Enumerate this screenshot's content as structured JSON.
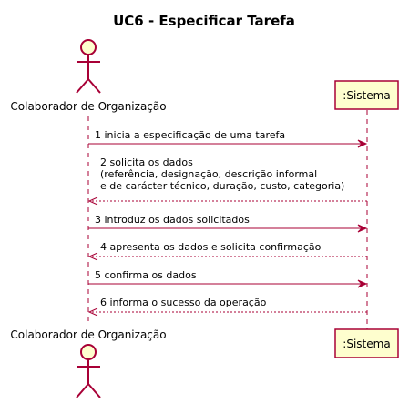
{
  "title": "UC6 - Especificar Tarefa",
  "actor": {
    "name": "Colaborador de Organização",
    "icon": "stick-figure-icon"
  },
  "participant": {
    "name": ":Sistema"
  },
  "colors": {
    "line": "#A80036",
    "box_fill": "#FEFECE",
    "text": "#000000"
  },
  "messages": [
    {
      "direction": "to_system",
      "style": "solid",
      "lines": [
        "1 inicia a especificação de uma tarefa"
      ]
    },
    {
      "direction": "to_actor",
      "style": "dashed",
      "lines": [
        "2 solicita os dados",
        "(referência, designação, descrição informal",
        "e de carácter técnico, duração, custo, categoria)"
      ]
    },
    {
      "direction": "to_system",
      "style": "solid",
      "lines": [
        "3 introduz os dados solicitados"
      ]
    },
    {
      "direction": "to_actor",
      "style": "dashed",
      "lines": [
        "4 apresenta os dados e solicita confirmação"
      ]
    },
    {
      "direction": "to_system",
      "style": "solid",
      "lines": [
        "5 confirma os dados"
      ]
    },
    {
      "direction": "to_actor",
      "style": "dashed",
      "lines": [
        "6 informa o sucesso da operação"
      ]
    }
  ]
}
